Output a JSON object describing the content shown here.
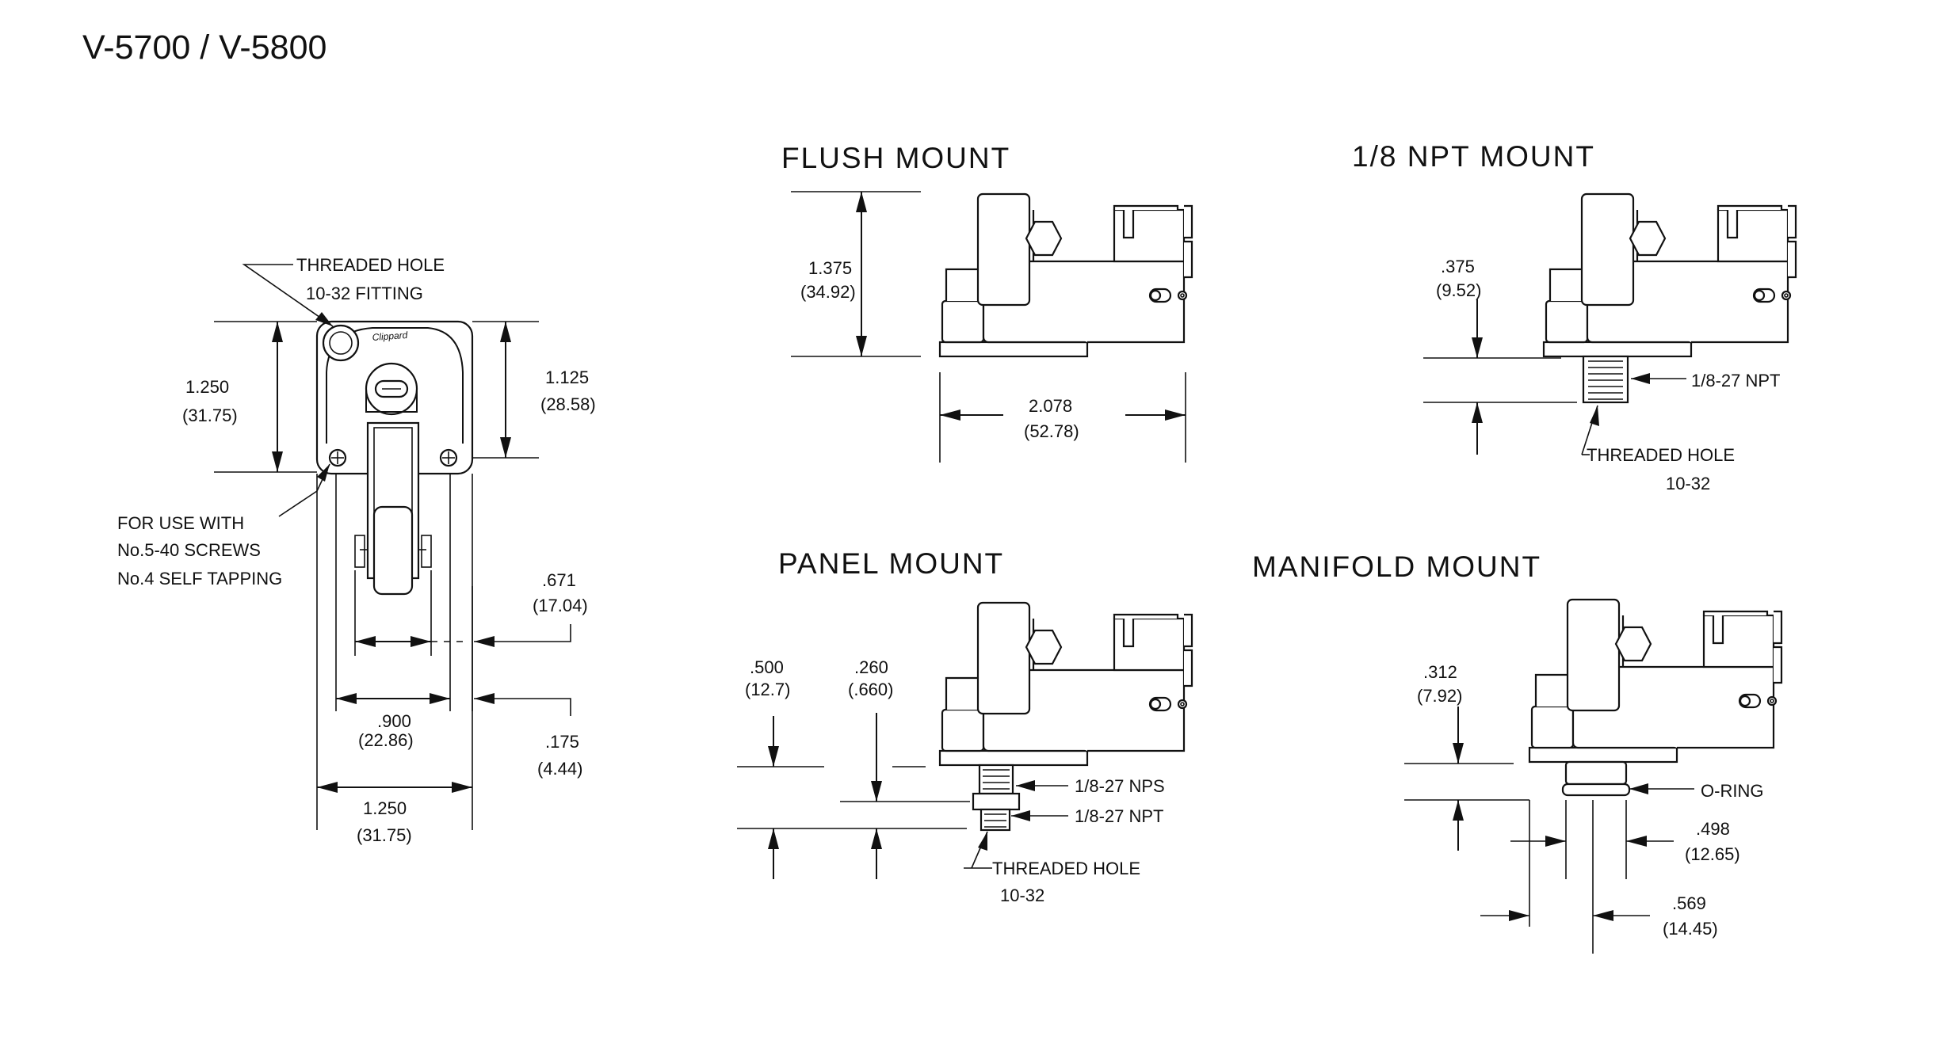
{
  "title": "V-5700 / V-5800",
  "front_view": {
    "label_hole_line1": "THREADED HOLE",
    "label_hole_line2": "10-32 FITTING",
    "height_in": "1.250",
    "height_mm": "(31.75)",
    "height2_in": "1.125",
    "height2_mm": "(28.58)",
    "screw_line1": "FOR USE WITH",
    "screw_line2": "No.5-40 SCREWS",
    "screw_line3": "No.4 SELF TAPPING",
    "d671_in": ".671",
    "d671_mm": "(17.04)",
    "d900_in": ".900",
    "d900_mm": "(22.86)",
    "d175_in": ".175",
    "d175_mm": "(4.44)",
    "width_in": "1.250",
    "width_mm": "(31.75)",
    "logo": "Clippard"
  },
  "flush": {
    "heading": "FLUSH MOUNT",
    "h_in": "1.375",
    "h_mm": "(34.92)",
    "w_in": "2.078",
    "w_mm": "(52.78)"
  },
  "npt": {
    "heading": "1/8 NPT MOUNT",
    "h_in": ".375",
    "h_mm": "(9.52)",
    "thread": "1/8-27 NPT",
    "hole1": "THREADED HOLE",
    "hole2": "10-32"
  },
  "panel": {
    "heading": "PANEL MOUNT",
    "a_in": ".500",
    "a_mm": "(12.7)",
    "b_in": ".260",
    "b_mm": "(.660)",
    "nps": "1/8-27 NPS",
    "npt": "1/8-27 NPT",
    "hole1": "THREADED HOLE",
    "hole2": "10-32"
  },
  "manifold": {
    "heading": "MANIFOLD  MOUNT",
    "h_in": ".312",
    "h_mm": "(7.92)",
    "oring": "O-RING",
    "d1_in": ".498",
    "d1_mm": "(12.65)",
    "d2_in": ".569",
    "d2_mm": "(14.45)"
  }
}
